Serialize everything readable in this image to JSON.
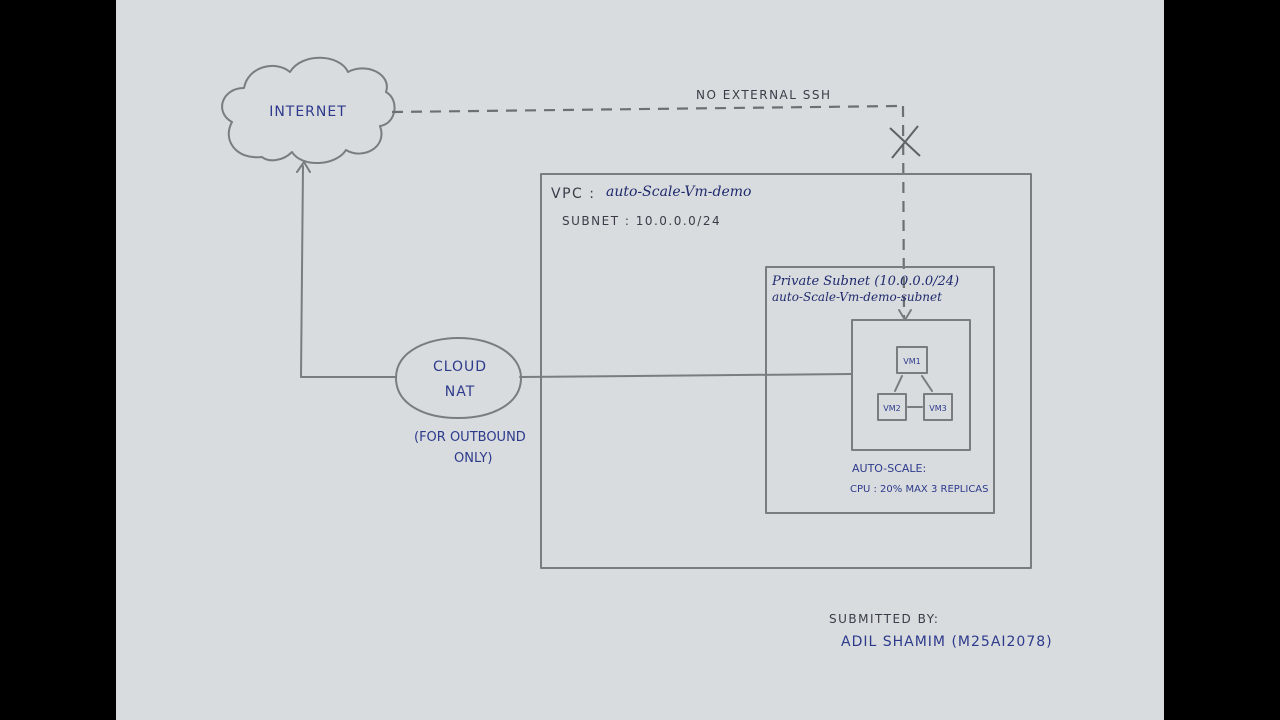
{
  "internet": {
    "label": "INTERNET"
  },
  "ssh_note": "NO EXTERNAL SSH",
  "vpc": {
    "label_prefix": "VPC :",
    "name": "auto-Scale-Vm-demo",
    "subnet_text": "SUBNET : 10.0.0.0/24"
  },
  "private_subnet": {
    "title": "Private Subnet (10.0.0.0/24)",
    "name": "auto-Scale-Vm-demo-subnet"
  },
  "vms": [
    "VM1",
    "VM2",
    "VM3"
  ],
  "autoscale": {
    "title": "AUTO-SCALE:",
    "detail": "CPU : 20%  MAX 3 REPLICAS"
  },
  "cloud_nat": {
    "line1": "CLOUD",
    "line2": "NAT",
    "note_line1": "(FOR OUTBOUND",
    "note_line2": "ONLY)"
  },
  "submitted": {
    "label": "SUBMITTED BY:",
    "name": "ADIL SHAMIM (M25AI2078)"
  },
  "colors": {
    "paper": "#d9dcde",
    "pencil": "#7a7d80",
    "ink": "#2d3a8c",
    "background": "#000000"
  }
}
